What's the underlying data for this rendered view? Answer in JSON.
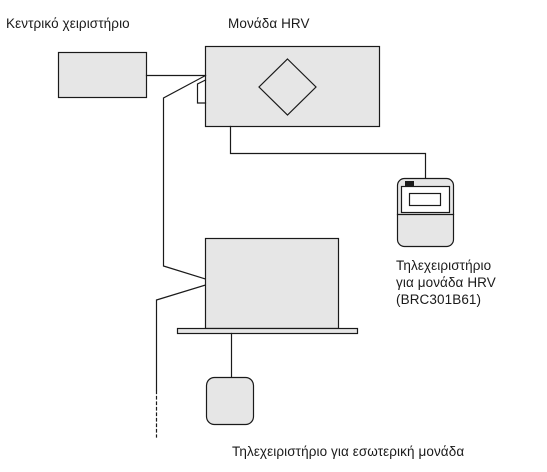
{
  "labels": {
    "central_controller": "Κεντρικό χειριστήριο",
    "hrv_unit": "Μονάδα HRV",
    "hrv_remote_line1": "Τηλεχειριστήριο",
    "hrv_remote_line2": "για μονάδα HRV",
    "hrv_remote_line3": "(BRC301B61)",
    "indoor_remote": "Τηλεχειριστήριο για εσωτερική μονάδα"
  },
  "colors": {
    "box_fill": "#e6e6e6",
    "stroke": "#1a1a1a",
    "background": "#ffffff"
  }
}
